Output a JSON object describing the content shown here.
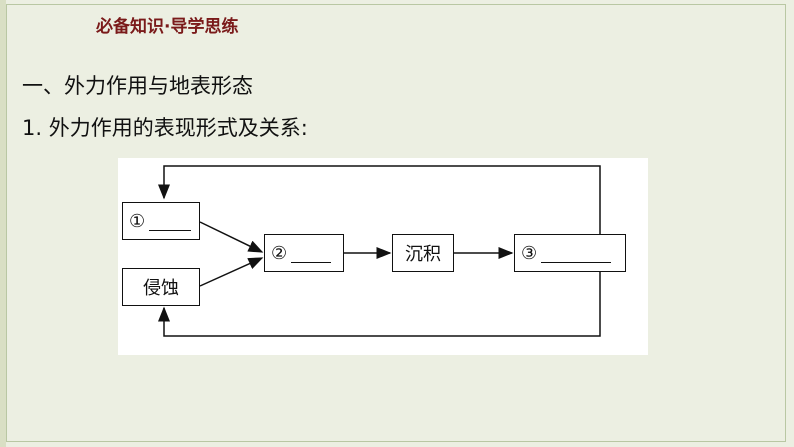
{
  "header": {
    "title": "必备知识·导学思练"
  },
  "section": {
    "heading": "一、外力作用与地表形态",
    "subheading": "1. 外力作用的表现形式及关系:"
  },
  "diagram": {
    "box1": {
      "label": "①"
    },
    "box2": {
      "label": "侵蚀"
    },
    "box3": {
      "label": "②"
    },
    "box4": {
      "label": "沉积"
    },
    "box5": {
      "label": "③"
    }
  }
}
